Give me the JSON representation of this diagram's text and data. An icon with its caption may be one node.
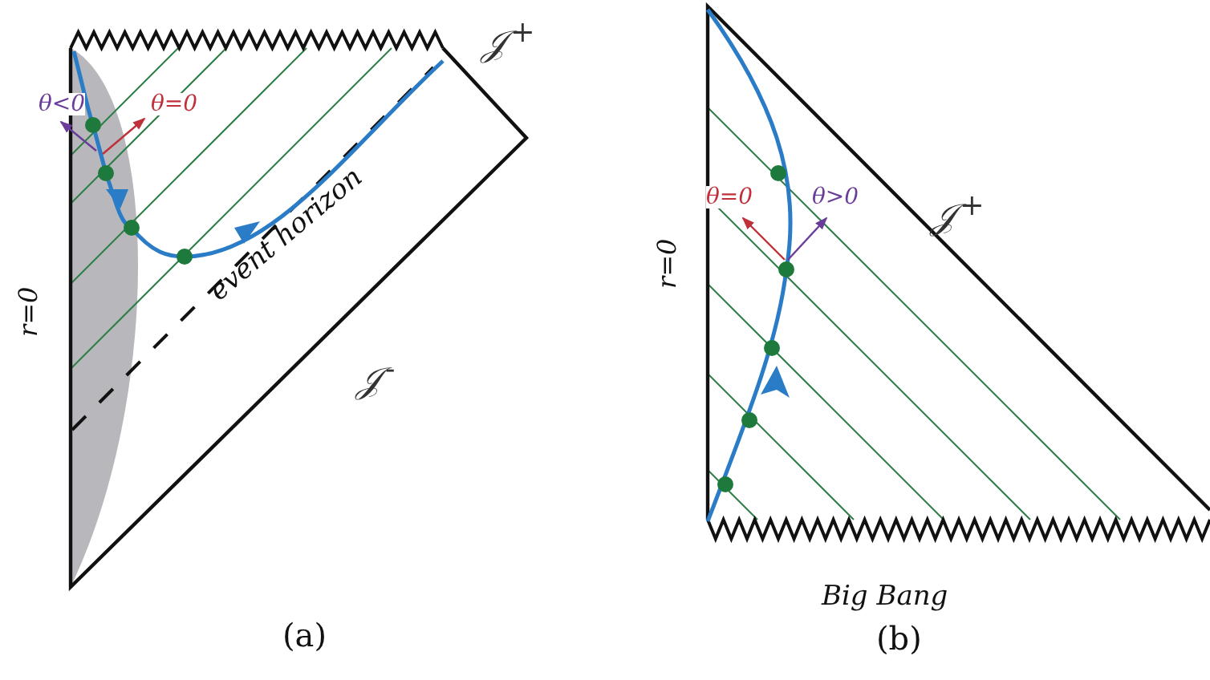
{
  "diagram": {
    "labels": [
      "θ<0",
      "θ=0",
      "𝒥$^{+}$",
      "r=0",
      "event horizon",
      "𝒥$^{-}$",
      "(a)",
      "θ=0",
      "θ>0",
      "𝒥$^{+}$",
      "r=0",
      "Big Bang",
      "(b)"
    ]
  }
}
